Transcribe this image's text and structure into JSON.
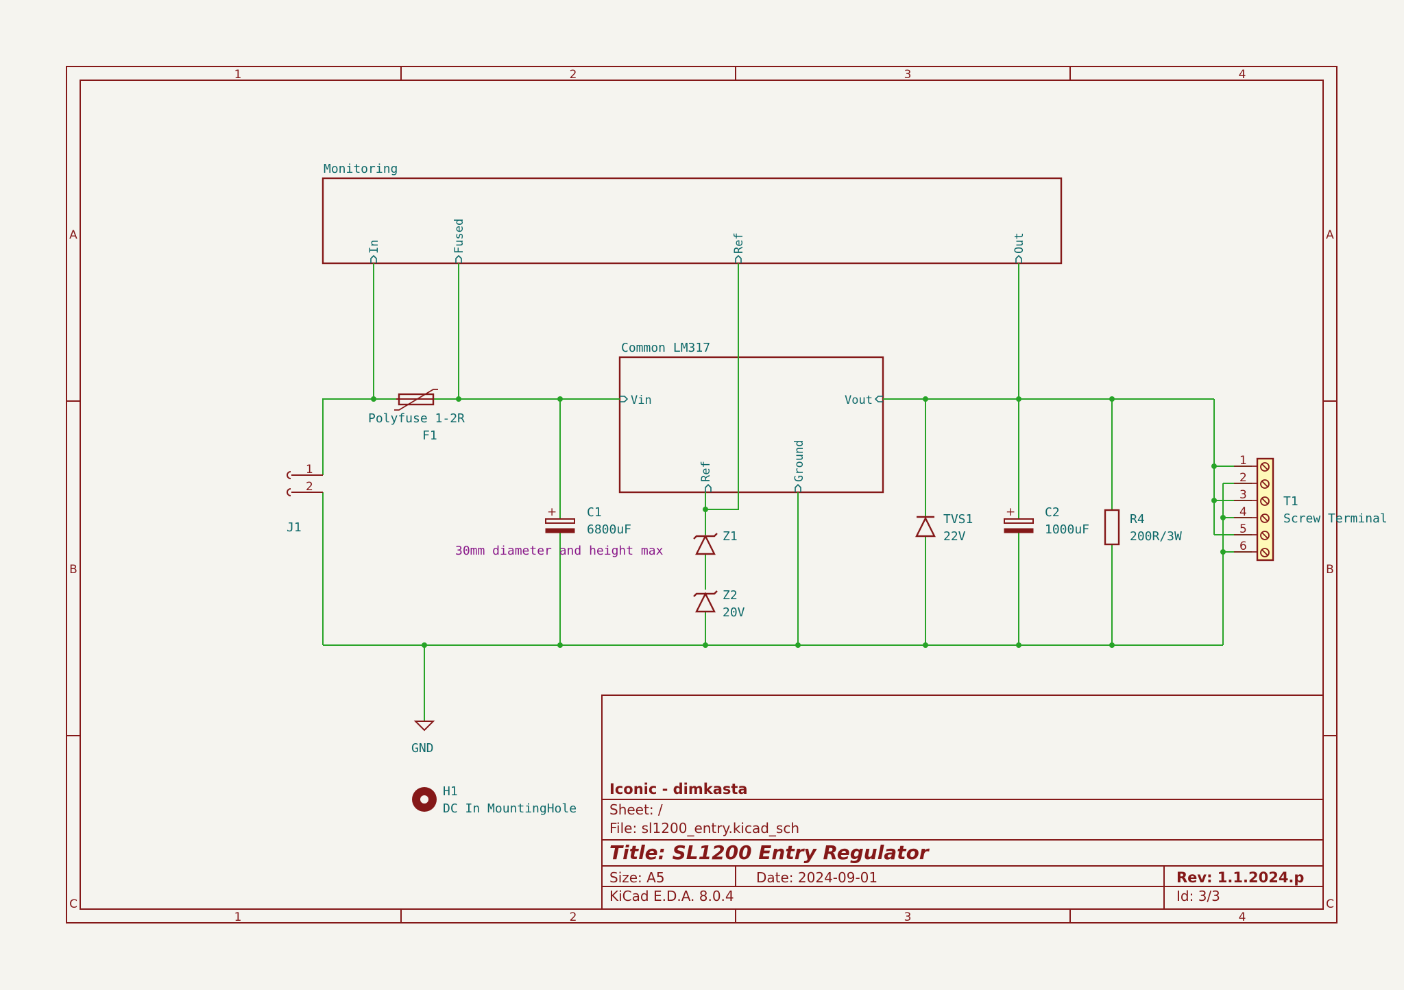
{
  "frame": {
    "cols": [
      "1",
      "2",
      "3",
      "4"
    ],
    "rows": [
      "A",
      "B",
      "C"
    ]
  },
  "sheets": {
    "monitoring": {
      "name": "Monitoring",
      "pins": {
        "in": "In",
        "fused": "Fused",
        "ref": "Ref",
        "out": "Out"
      }
    },
    "lm317": {
      "name": "Common LM317",
      "pins": {
        "vin": "Vin",
        "vout": "Vout",
        "ref": "Ref",
        "ground": "Ground"
      }
    }
  },
  "components": {
    "f1": {
      "ref": "F1",
      "value": "Polyfuse 1-2R"
    },
    "j1": {
      "ref": "J1",
      "pin1": "1",
      "pin2": "2"
    },
    "c1": {
      "ref": "C1",
      "value": "6800uF",
      "plus": "+",
      "note": "30mm diameter and height max"
    },
    "z1": {
      "ref": "Z1"
    },
    "z2": {
      "ref": "Z2",
      "value": "20V"
    },
    "tvs1": {
      "ref": "TVS1",
      "value": "22V"
    },
    "c2": {
      "ref": "C2",
      "value": "1000uF",
      "plus": "+"
    },
    "r4": {
      "ref": "R4",
      "value": "200R/3W"
    },
    "t1": {
      "ref": "T1",
      "value": "Screw Terminal",
      "pins": [
        "1",
        "2",
        "3",
        "4",
        "5",
        "6"
      ]
    },
    "gnd": {
      "label": "GND"
    },
    "h1": {
      "ref": "H1",
      "value": "DC In MountingHole"
    }
  },
  "title_block": {
    "company": "Iconic - dimkasta",
    "sheet": "Sheet: /",
    "file": "File: sl1200_entry.kicad_sch",
    "title": "Title: SL1200 Entry Regulator",
    "size": "Size: A5",
    "date": "Date: 2024-09-01",
    "rev": "Rev: 1.1.2024.p",
    "tool": "KiCad E.D.A. 8.0.4",
    "id": "Id: 3/3"
  },
  "colors": {
    "frame": "#841818",
    "wire": "#27a327",
    "label": "#0d6868",
    "note": "#8a1a8a",
    "background": "#f5f4ef"
  }
}
